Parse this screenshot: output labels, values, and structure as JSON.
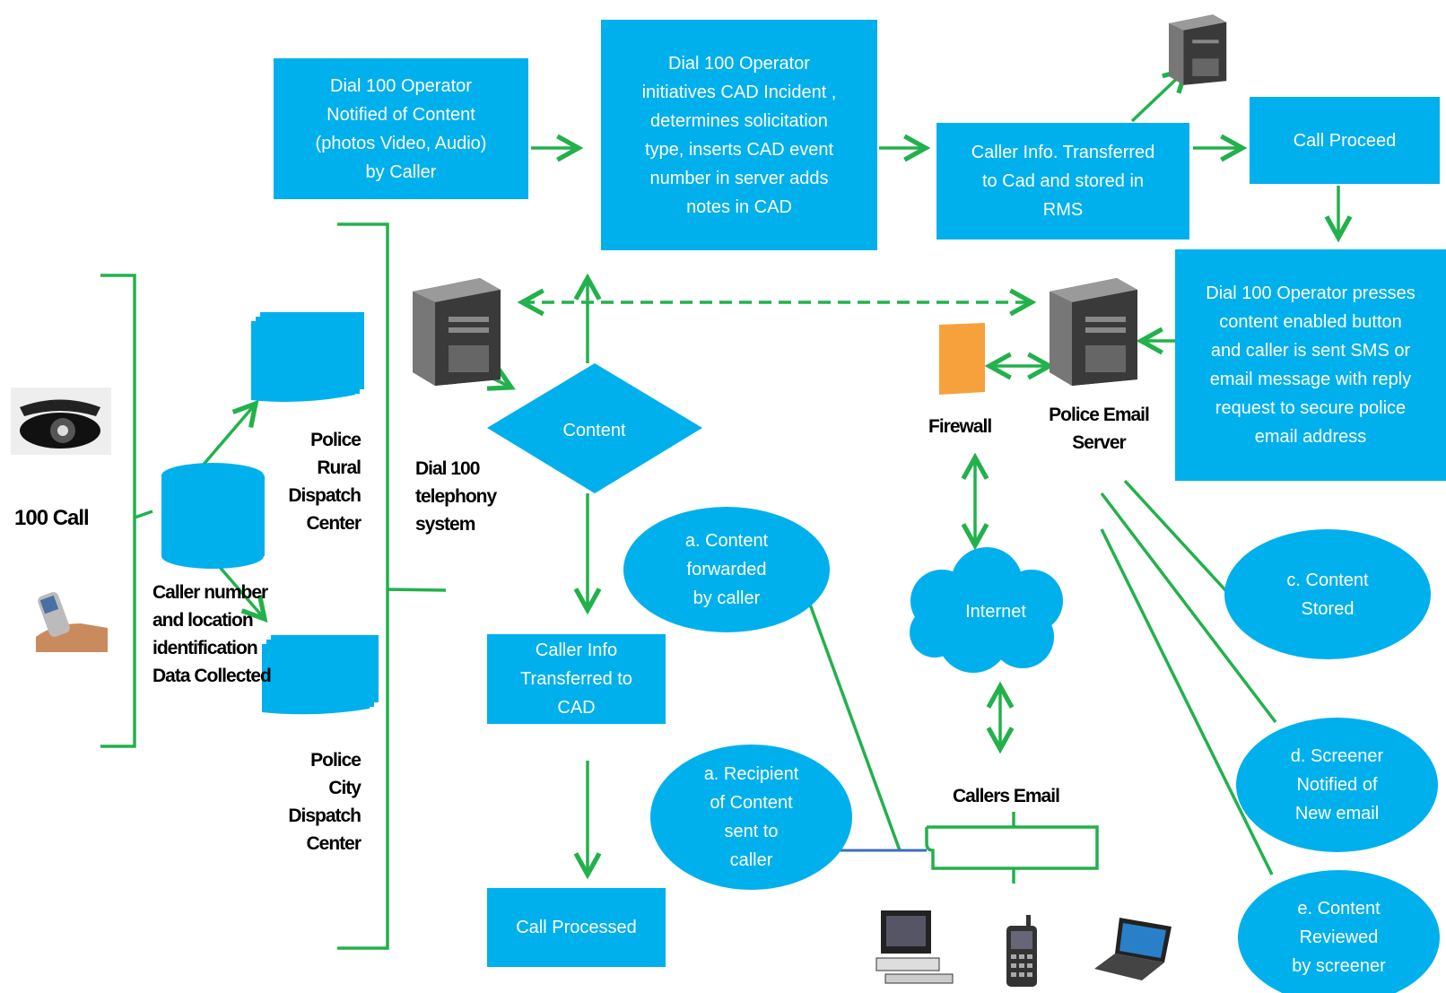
{
  "boxes": {
    "operator_notified": "Dial 100  Operator\nNotified of Content\n(photos Video, Audio)\nby Caller",
    "operator_initiates": "Dial 100  Operator\ninitiatives CAD Incident ,\ndetermines solicitation\ntype, inserts CAD event\nnumber in server adds\nnotes in CAD",
    "caller_info_rms": "Caller Info. Transferred\nto Cad and stored in\nRMS",
    "call_proceed": "Call Proceed",
    "operator_presses": "Dial 100  Operator presses\ncontent enabled button\nand caller is sent SMS or\nemail message with reply\nrequest to secure  police\nemail address",
    "content": "Content",
    "caller_info_cad": "Caller Info\nTransferred to\nCAD",
    "call_processed": "Call Processed",
    "internet": "Internet"
  },
  "ellipses": {
    "content_forwarded": "a. Content\nforwarded\nby caller",
    "recipient": "a. Recipient\nof Content\nsent to\ncaller",
    "content_stored": "c. Content\nStored",
    "screener_notified": "d. Screener\nNotified of\nNew email",
    "content_reviewed": "e. Content\nReviewed\nby screener"
  },
  "labels": {
    "call_100": "100 Call",
    "caller_number": "Caller number\nand location\nidentification\nData Collected",
    "rural_center": "Police\nRural\nDispatch\nCenter",
    "city_center": "Police\nCity\nDispatch\nCenter",
    "telephony": "Dial 100\ntelephony\nsystem",
    "firewall": "Firewall",
    "email_server": "Police Email\nServer",
    "callers_email": "Callers Email"
  },
  "icons": [
    "rotary-phone-icon",
    "mobile-phone-icon",
    "database-icon",
    "document-stack-icon",
    "server-icon",
    "firewall-icon",
    "desktop-computer-icon",
    "cell-phone-icon",
    "laptop-icon"
  ],
  "colors": {
    "box": "#00b0ec",
    "connector": "#22b14c",
    "firewall": "#f7a13d"
  }
}
